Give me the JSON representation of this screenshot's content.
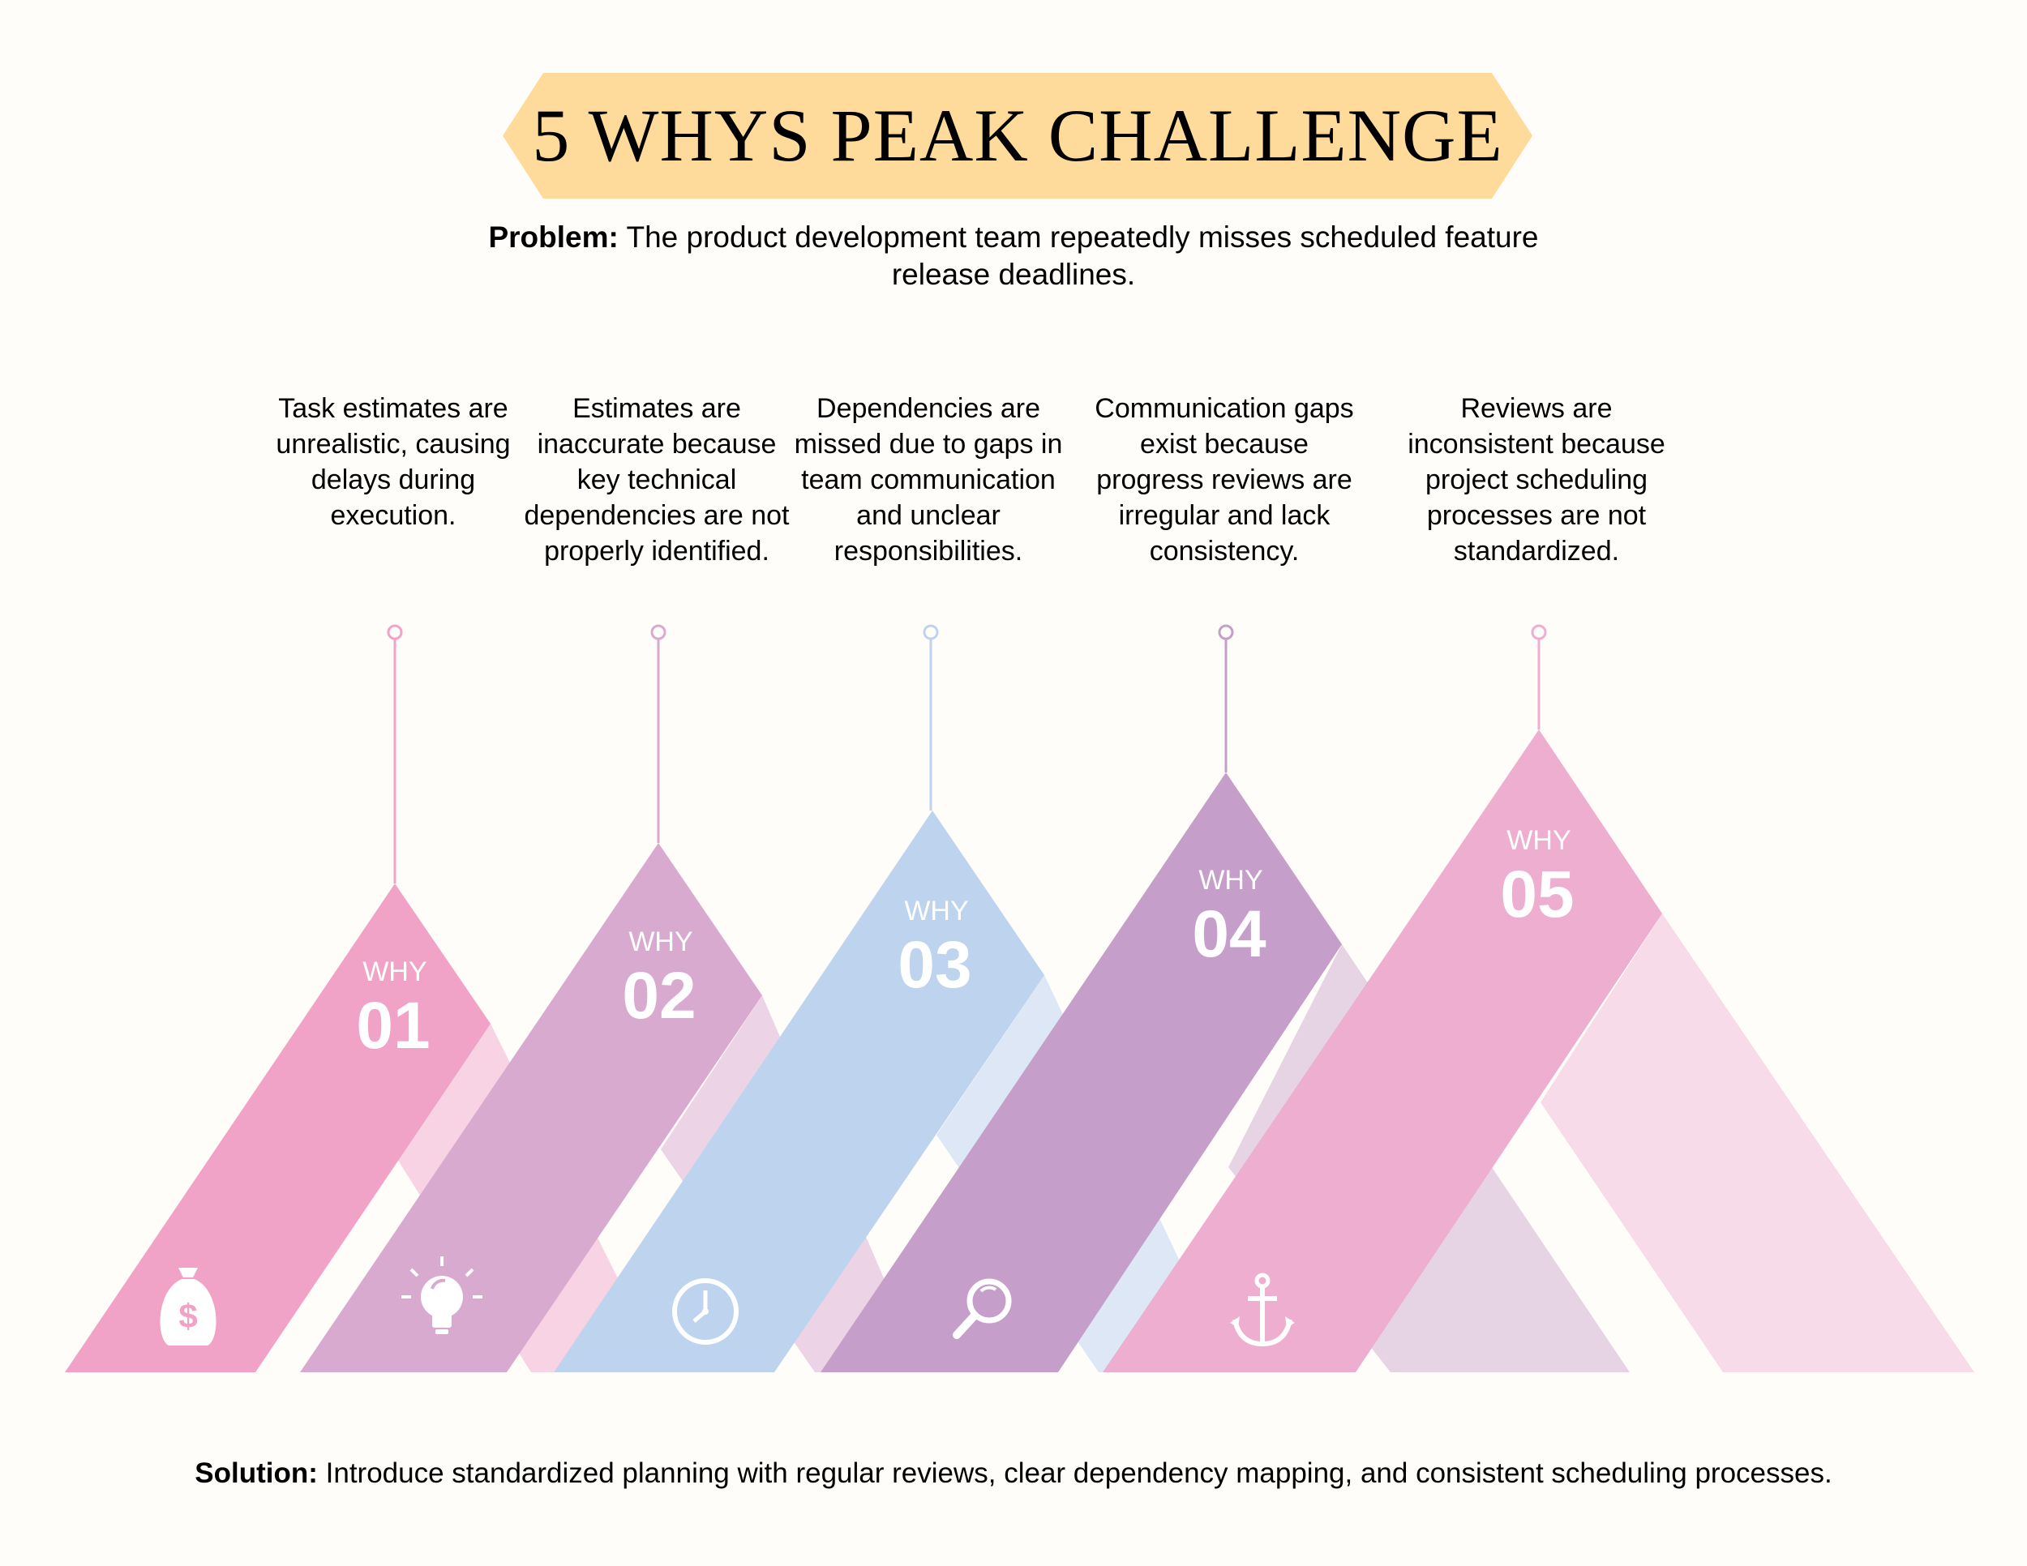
{
  "title": "5 WHYS PEAK CHALLENGE",
  "problem": {
    "label": "Problem:",
    "text": "The product development team repeatedly misses scheduled feature release deadlines."
  },
  "whys": [
    {
      "label": "WHY",
      "number": "01",
      "text": "Task estimates are unrealistic, causing delays during execution.",
      "icon": "money-bag-icon",
      "color": "#f1a2c7"
    },
    {
      "label": "WHY",
      "number": "02",
      "text": "Estimates are inaccurate because key technical dependencies are not properly identified.",
      "icon": "lightbulb-icon",
      "color": "#d9aad0"
    },
    {
      "label": "WHY",
      "number": "03",
      "text": "Dependencies are missed due to gaps in team communication and unclear responsibilities.",
      "icon": "clock-icon",
      "color": "#bed3ee"
    },
    {
      "label": "WHY",
      "number": "04",
      "text": "Communication gaps exist because progress reviews are irregular and lack consistency.",
      "icon": "magnifier-icon",
      "color": "#c59ec9"
    },
    {
      "label": "WHY",
      "number": "05",
      "text": "Reviews are inconsistent because project scheduling processes are not standardized.",
      "icon": "anchor-icon",
      "color": "#edaed0"
    }
  ],
  "solution": {
    "label": "Solution:",
    "text": "Introduce standardized planning with regular reviews, clear dependency mapping, and consistent scheduling processes."
  },
  "colors": {
    "banner": "#fedb9b",
    "background": "#fffdf9"
  }
}
